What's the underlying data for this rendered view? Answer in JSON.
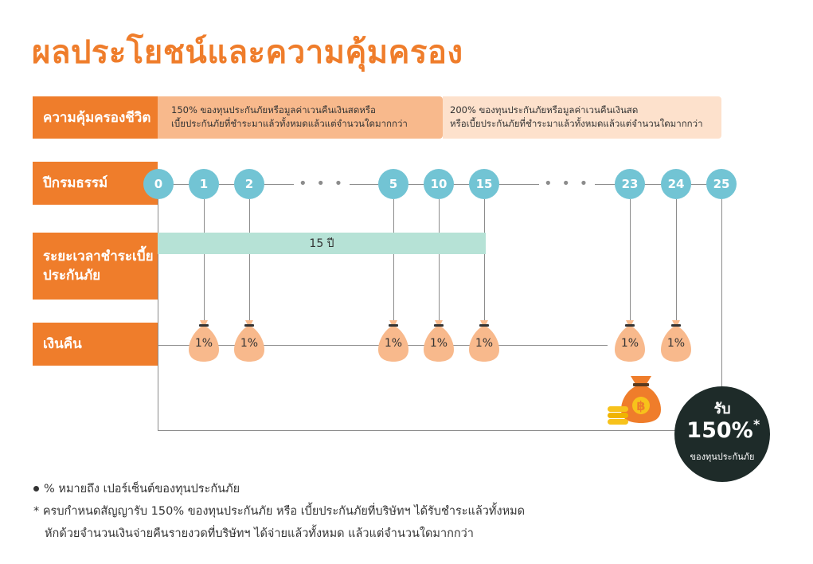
{
  "title": "ผลประโยชน์และความคุ้มครอง",
  "labels": {
    "coverage": "ความคุ้มครองชีวิต",
    "policy_year": "ปีกรมธรรม์",
    "payment_period": "ระยะเวลาชำระเบี้ยประกันภัย",
    "cash_back": "เงินคืน"
  },
  "coverage_periods": [
    {
      "line1": "150% ของทุนประกันภัยหรือมูลค่าเวนคืนเงินสดหรือ",
      "line2": "เบี้ยประกันภัยที่ชำระมาแล้วทั้งหมดแล้วแต่จำนวนใดมากกว่า"
    },
    {
      "line1": "200% ของทุนประกันภัยหรือมูลค่าเวนคืนเงินสด",
      "line2": "หรือเบี้ยประกันภัยที่ชำระมาแล้วทั้งหมดแล้วแต่จำนวนใดมากกว่า"
    }
  ],
  "years": [
    "0",
    "1",
    "2",
    "5",
    "10",
    "15",
    "23",
    "24",
    "25"
  ],
  "ellipsis": "• • •",
  "payment_bar": "15 ปี",
  "cash_back": [
    "1%",
    "1%",
    "1%",
    "1%",
    "1%",
    "1%",
    "1%"
  ],
  "final": {
    "receive": "รับ",
    "amount": "150%",
    "star": "*",
    "unit": "ของทุนประกันภัย"
  },
  "notes": {
    "percent": "% หมายถึง เปอร์เซ็นต์ของทุนประกันภัย",
    "maturity_mark": "*",
    "maturity_line1": "ครบกำหนดสัญญารับ 150% ของทุนประกันภัย หรือ เบี้ยประกันภัยที่บริษัทฯ ได้รับชำระแล้วทั้งหมด",
    "maturity_line2": "หักด้วยจำนวนเงินจ่ายคืนรายงวดที่บริษัทฯ ได้จ่ายแล้วทั้งหมด แล้วแต่จำนวนใดมากกว่า"
  },
  "icons": {
    "money_bag": "money-bag-icon",
    "coin_bag": "baht-coin-bag-icon"
  },
  "colors": {
    "orange": "#ef7d2b",
    "peach": "#f8b98c",
    "light_peach": "#fde1cc",
    "teal": "#72c4d4",
    "mint": "#b6e2d6",
    "dark": "#1e2b29"
  }
}
